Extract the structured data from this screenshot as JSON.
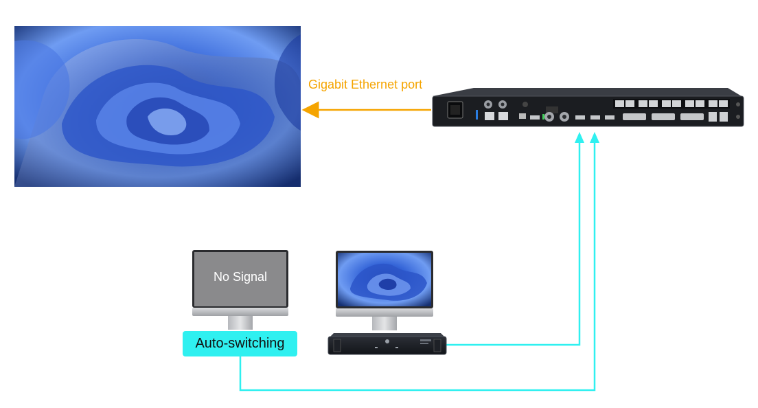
{
  "labels": {
    "ethernet": "Gigabit Ethernet port",
    "no_signal": "No Signal",
    "auto_switching": "Auto-switching"
  },
  "colors": {
    "ethernet_arrow": "#f5a400",
    "signal_line": "#2ff0f0",
    "device_body": "#1b1d21"
  },
  "icons": [
    "led-screen",
    "video-controller",
    "monitor",
    "media-server"
  ]
}
